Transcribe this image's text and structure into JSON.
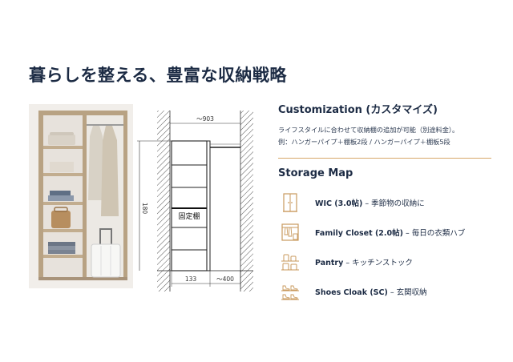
{
  "title": "暮らしを整える、豊富な収納戦略",
  "drawing": {
    "top_dim": "〜903",
    "side_dim": "180",
    "shelf_label": "固定棚",
    "bottom_left_dim": "133",
    "bottom_right_dim": "〜400"
  },
  "customization": {
    "heading": "Customization (カスタマイズ)",
    "line1": "ライフスタイルに合わせて収納棚の追加が可能（別途料金）。",
    "line2": "例：ハンガーパイプ＋棚板2段 / ハンガーパイプ＋棚板5段"
  },
  "storage_map": {
    "heading": "Storage Map",
    "items": [
      {
        "name": "WIC (3.0帖)",
        "desc": " – 季節物の収納に",
        "icon": "wardrobe-icon"
      },
      {
        "name": "Family Closet (2.0帖)",
        "desc": " – 毎日の衣類ハブ",
        "icon": "closet-icon"
      },
      {
        "name": "Pantry",
        "desc": " – キッチンストック",
        "icon": "pantry-jars-icon"
      },
      {
        "name": "Shoes Cloak (SC)",
        "desc": " – 玄関収納",
        "icon": "shoe-rack-icon"
      }
    ]
  },
  "colors": {
    "accent": "#d6a869",
    "title": "#1c2b44",
    "wood": "#b8a283",
    "drawing_line": "#3a3a3a"
  }
}
